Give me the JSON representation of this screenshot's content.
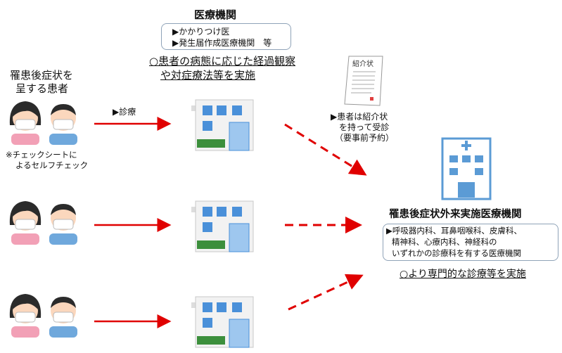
{
  "clinic": {
    "title": "医療機関",
    "types": [
      "▶かかりつけ医",
      "▶発生届作成医療機関　等"
    ],
    "role_line1": "○患者の病態に応じた経過観察",
    "role_line2": "や対症療法等を実施"
  },
  "patients": {
    "label_line1": "罹患後症状を",
    "label_line2": "呈する患者",
    "note_line1": "※チェックシートに",
    "note_line2": "よるセルフチェック"
  },
  "arrow_label": "▶診療",
  "referral": {
    "doc_title": "紹介状",
    "line1": "▶患者は紹介状",
    "line2": "を持って受診",
    "line3": "（要事前予約）"
  },
  "specialist": {
    "title": "罹患後症状外来実施医療機関",
    "dept_line1": "▶呼吸器内科、耳鼻咽喉科、皮膚科、",
    "dept_line2": "精神科、心療内科、神経科の",
    "dept_line3": "いずれかの診療科を有する医療機関",
    "role": "○より専門的な診療等を実施"
  },
  "colors": {
    "arrow_red": "#e00000",
    "building_blue": "#4a90d9",
    "window_blue": "#3c7fc9",
    "hospital_blue": "#5b9bd5",
    "skin": "#fbd7bd",
    "mask": "#ffffff",
    "hair": "#2b2b2b",
    "female_shirt": "#f2a0b6",
    "male_shirt": "#6fa8dc"
  }
}
